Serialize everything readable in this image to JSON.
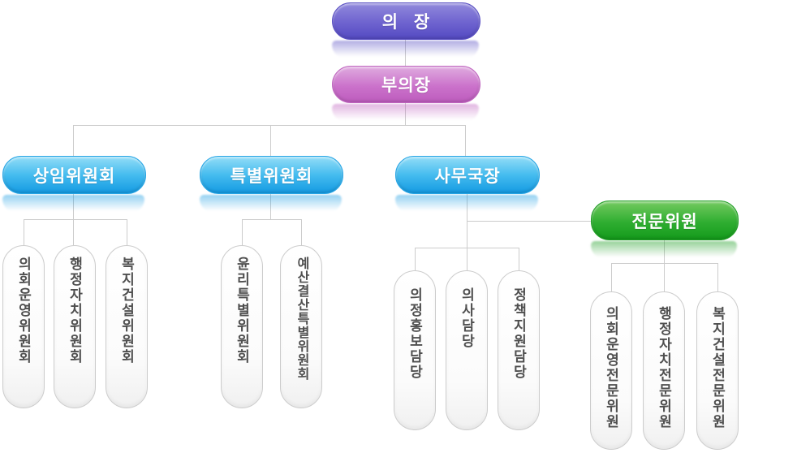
{
  "org_chart": {
    "chairman": {
      "label": "의 장",
      "color": "#6E63CF"
    },
    "vice_chairman": {
      "label": "부의장",
      "color": "#CB72CB"
    },
    "branches": [
      {
        "label": "상임위원회",
        "color": "#2AA9E8",
        "children": [
          "의회운영위원회",
          "행정자치위원회",
          "복지건설위원회"
        ]
      },
      {
        "label": "특별위원회",
        "color": "#2AA9E8",
        "children": [
          "윤리특별위원회",
          "예산결산특별위원회"
        ]
      },
      {
        "label": "사무국장",
        "color": "#2AA9E8",
        "children": [
          "의정홍보담당",
          "의사담당",
          "정책지원담당"
        ]
      },
      {
        "label": "전문위원",
        "color": "#2BA32E",
        "children": [
          "의회운영전문위원",
          "행정자치전문위원",
          "복지건설전문위원"
        ]
      }
    ],
    "line_color": "#CCCCCC",
    "capsule_style": {
      "border_color": "#CCCCCC",
      "text_color": "#4F4F4F"
    }
  }
}
